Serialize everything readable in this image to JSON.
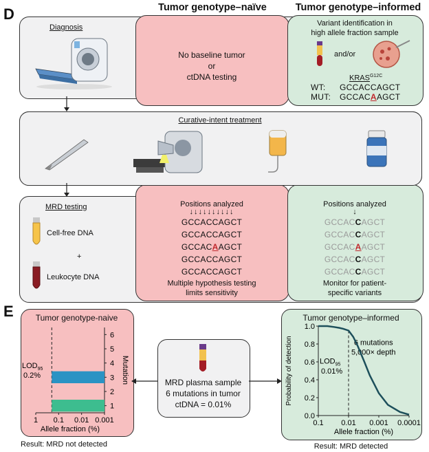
{
  "panel_d": {
    "letter": "D",
    "col_naive_title": "Tumor genotype–naïve",
    "col_informed_title": "Tumor genotype–informed",
    "diagnosis": {
      "label": "Diagnosis",
      "naive_text": [
        "No baseline tumor",
        "or",
        "ctDNA testing"
      ],
      "informed": {
        "lines": [
          "Variant identification in",
          "high allele fraction sample"
        ],
        "andor": "and/or",
        "gene": "KRAS",
        "gene_sup": "G12C",
        "wt_label": "WT:",
        "wt_seq": "GCCACCAGCT",
        "mut_label": "MUT:",
        "mut_seq_pre": "GCCAC",
        "mut_seq_base": "A",
        "mut_seq_post": "AGCT"
      }
    },
    "treatment": {
      "label": "Curative-intent treatment"
    },
    "mrd": {
      "label": "MRD testing",
      "cfdna": "Cell-free DNA",
      "plus": "+",
      "leuko": "Leukocyte DNA",
      "naive": {
        "title": "Positions analyzed",
        "arrows": "↓↓↓↓↓↓↓↓↓↓",
        "seqs": [
          "GCCACCAGCT",
          "GCCACCAGCT",
          "",
          "GCCACCAGCT",
          "GCCACCAGCT"
        ],
        "mut_seq_pre": "GCCAC",
        "mut_seq_base": "A",
        "mut_seq_post": "AGCT",
        "footer": [
          "Multiple hypothesis testing",
          "limits sensitivity"
        ]
      },
      "informed": {
        "title": "Positions analyzed",
        "arrow": "↓",
        "seq_pre": "GCCAC",
        "seq_c": "C",
        "seq_a": "A",
        "seq_post": "AGCT",
        "footer": [
          "Monitor for patient-",
          "specific variants"
        ]
      }
    }
  },
  "panel_e": {
    "letter": "E",
    "center_box": [
      "MRD plasma sample",
      "6 mutations in tumor",
      "ctDNA = 0.01%"
    ],
    "naive_result": "Result: MRD not detected",
    "informed_result": "Result: MRD detected",
    "colors": {
      "naive_bg": "#f7bfc0",
      "informed_bg": "#d7ebdc",
      "bar_blue": "#2a93c4",
      "bar_green": "#3dbd8f",
      "curve": "#1d4f5b"
    }
  },
  "chart_data": [
    {
      "type": "bar",
      "title": "Tumor genotype-naive",
      "orientation": "horizontal",
      "xlabel": "Allele fraction (%)",
      "ylabel": "Mutation",
      "x_scale": "log",
      "x_reversed": true,
      "x_ticks": [
        "1",
        "0.1",
        "0.01",
        "0.001"
      ],
      "y_ticks": [
        "1",
        "2",
        "3",
        "4",
        "5",
        "6"
      ],
      "lod_label": "LOD",
      "lod_sub": "95",
      "lod_value_label": "0.2%",
      "lod_value": 0.2,
      "bars": [
        {
          "mutation": 3,
          "value": 0.2,
          "color": "#2a93c4"
        },
        {
          "mutation": 1,
          "value": 0.2,
          "color": "#3dbd8f"
        }
      ]
    },
    {
      "type": "line",
      "title": "Tumor genotype–informed",
      "xlabel": "Allele fraction (%)",
      "ylabel": "Probability of detection",
      "x_scale": "log",
      "x_reversed": true,
      "x_ticks": [
        "0.1",
        "0.01",
        "0.001",
        "0.0001"
      ],
      "y_ticks": [
        "0.0",
        "0.2",
        "0.4",
        "0.6",
        "0.8",
        "1.0"
      ],
      "ylim": [
        0,
        1
      ],
      "annotation": [
        "6 mutations",
        "5,000× depth"
      ],
      "lod_label": "LOD",
      "lod_sub": "95",
      "lod_value_label": "0.01%",
      "lod_value": 0.01,
      "series": [
        {
          "x": [
            0.1,
            0.05,
            0.03,
            0.02,
            0.015,
            0.01,
            0.007,
            0.005,
            0.003,
            0.002,
            0.001,
            0.0005,
            0.0002,
            0.0001
          ],
          "y": [
            1.0,
            1.0,
            0.99,
            0.98,
            0.97,
            0.95,
            0.88,
            0.78,
            0.6,
            0.45,
            0.25,
            0.12,
            0.04,
            0.01
          ]
        }
      ]
    }
  ]
}
